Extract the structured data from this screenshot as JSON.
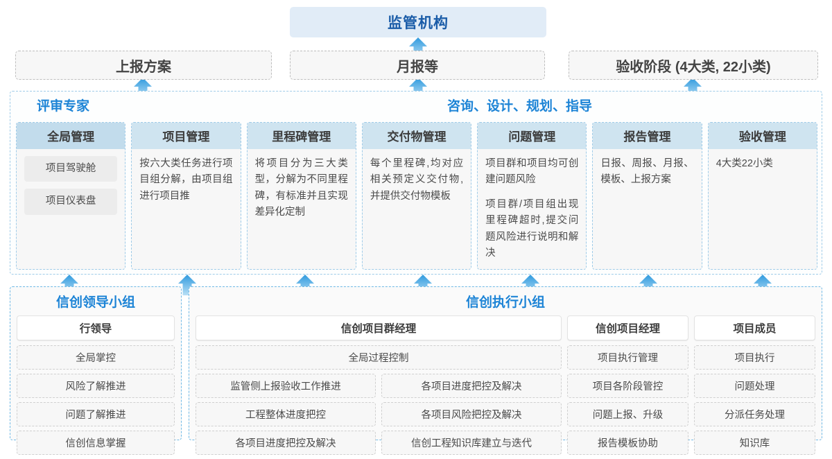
{
  "colors": {
    "accent": "#1d84d6",
    "title_text": "#1a5ca8",
    "header_band": "#cfe4f0",
    "arrow": "#3aa7e8"
  },
  "top": {
    "regulator": "监管机构",
    "report_boxes": [
      "上报方案",
      "月报等",
      "验收阶段 (4大类, 22小类)"
    ]
  },
  "middle": {
    "left_label": "评审专家",
    "right_label": "咨询、设计、规划、指导",
    "columns": [
      {
        "title": "全局管理",
        "pills": [
          "项目驾驶舱",
          "项目仪表盘"
        ],
        "paragraphs": []
      },
      {
        "title": "项目管理",
        "pills": [],
        "paragraphs": [
          "按六大类任务进行项目组分解，由项目组进行项目推"
        ]
      },
      {
        "title": "里程碑管理",
        "pills": [],
        "paragraphs": [
          "将项目分为三大类型，分解为不同里程碑，有标准并且实现差异化定制"
        ]
      },
      {
        "title": "交付物管理",
        "pills": [],
        "paragraphs": [
          "每个里程碑,均对应相关预定义交付物,并提供交付物模板"
        ]
      },
      {
        "title": "问题管理",
        "pills": [],
        "paragraphs": [
          "项目群和项目均可创建问题风险",
          "项目群/项目组出现里程碑超时,提交问题风险进行说明和解决"
        ]
      },
      {
        "title": "报告管理",
        "pills": [],
        "paragraphs": [
          "日报、周报、月报、模板、上报方案"
        ]
      },
      {
        "title": "验收管理",
        "pills": [],
        "paragraphs": [
          "4大类22小类"
        ]
      }
    ]
  },
  "bottom": {
    "left_group": {
      "title": "信创领导小组",
      "role": "行领导",
      "tasks": [
        "全局掌控",
        "风险了解推进",
        "问题了解推进",
        "信创信息掌握"
      ]
    },
    "right_group": {
      "title": "信创执行小组",
      "program_manager": {
        "role": "信创项目群经理",
        "full_width_task": "全局过程控制",
        "tasks_left": [
          "监管侧上报验收工作推进",
          "工程整体进度把控",
          "各项目进度把控及解决"
        ],
        "tasks_right": [
          "各项目进度把控及解决",
          "各项目风险把控及解决",
          "信创工程知识库建立与迭代"
        ]
      },
      "project_manager": {
        "role": "信创项目经理",
        "tasks": [
          "项目执行管理",
          "项目各阶段管控",
          "问题上报、升级",
          "报告模板协助"
        ]
      },
      "member": {
        "role": "项目成员",
        "tasks": [
          "项目执行",
          "问题处理",
          "分派任务处理",
          "知识库"
        ]
      }
    }
  },
  "arrows": {
    "to_regulator": [
      206,
      603,
      999
    ],
    "to_middle": [
      100,
      270,
      440,
      610,
      765,
      935,
      1100
    ]
  }
}
